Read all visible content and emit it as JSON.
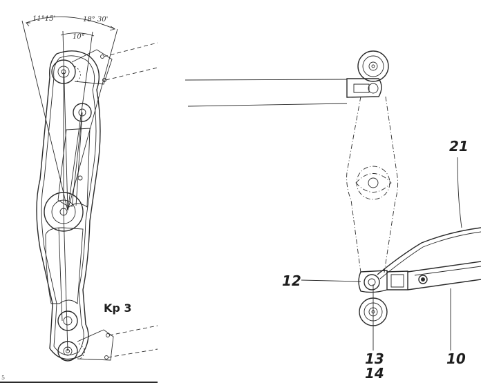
{
  "left_drawing": {
    "angle_labels": {
      "angle_outer_left": "11°15'",
      "angle_outer_right": "18° 30'",
      "angle_inner": "10°"
    },
    "part_label": "Kp 3",
    "page_mark": "5"
  },
  "right_drawing": {
    "callouts": {
      "c21": "21",
      "c12": "12",
      "c13": "13",
      "c14": "14",
      "c10": "10"
    }
  }
}
